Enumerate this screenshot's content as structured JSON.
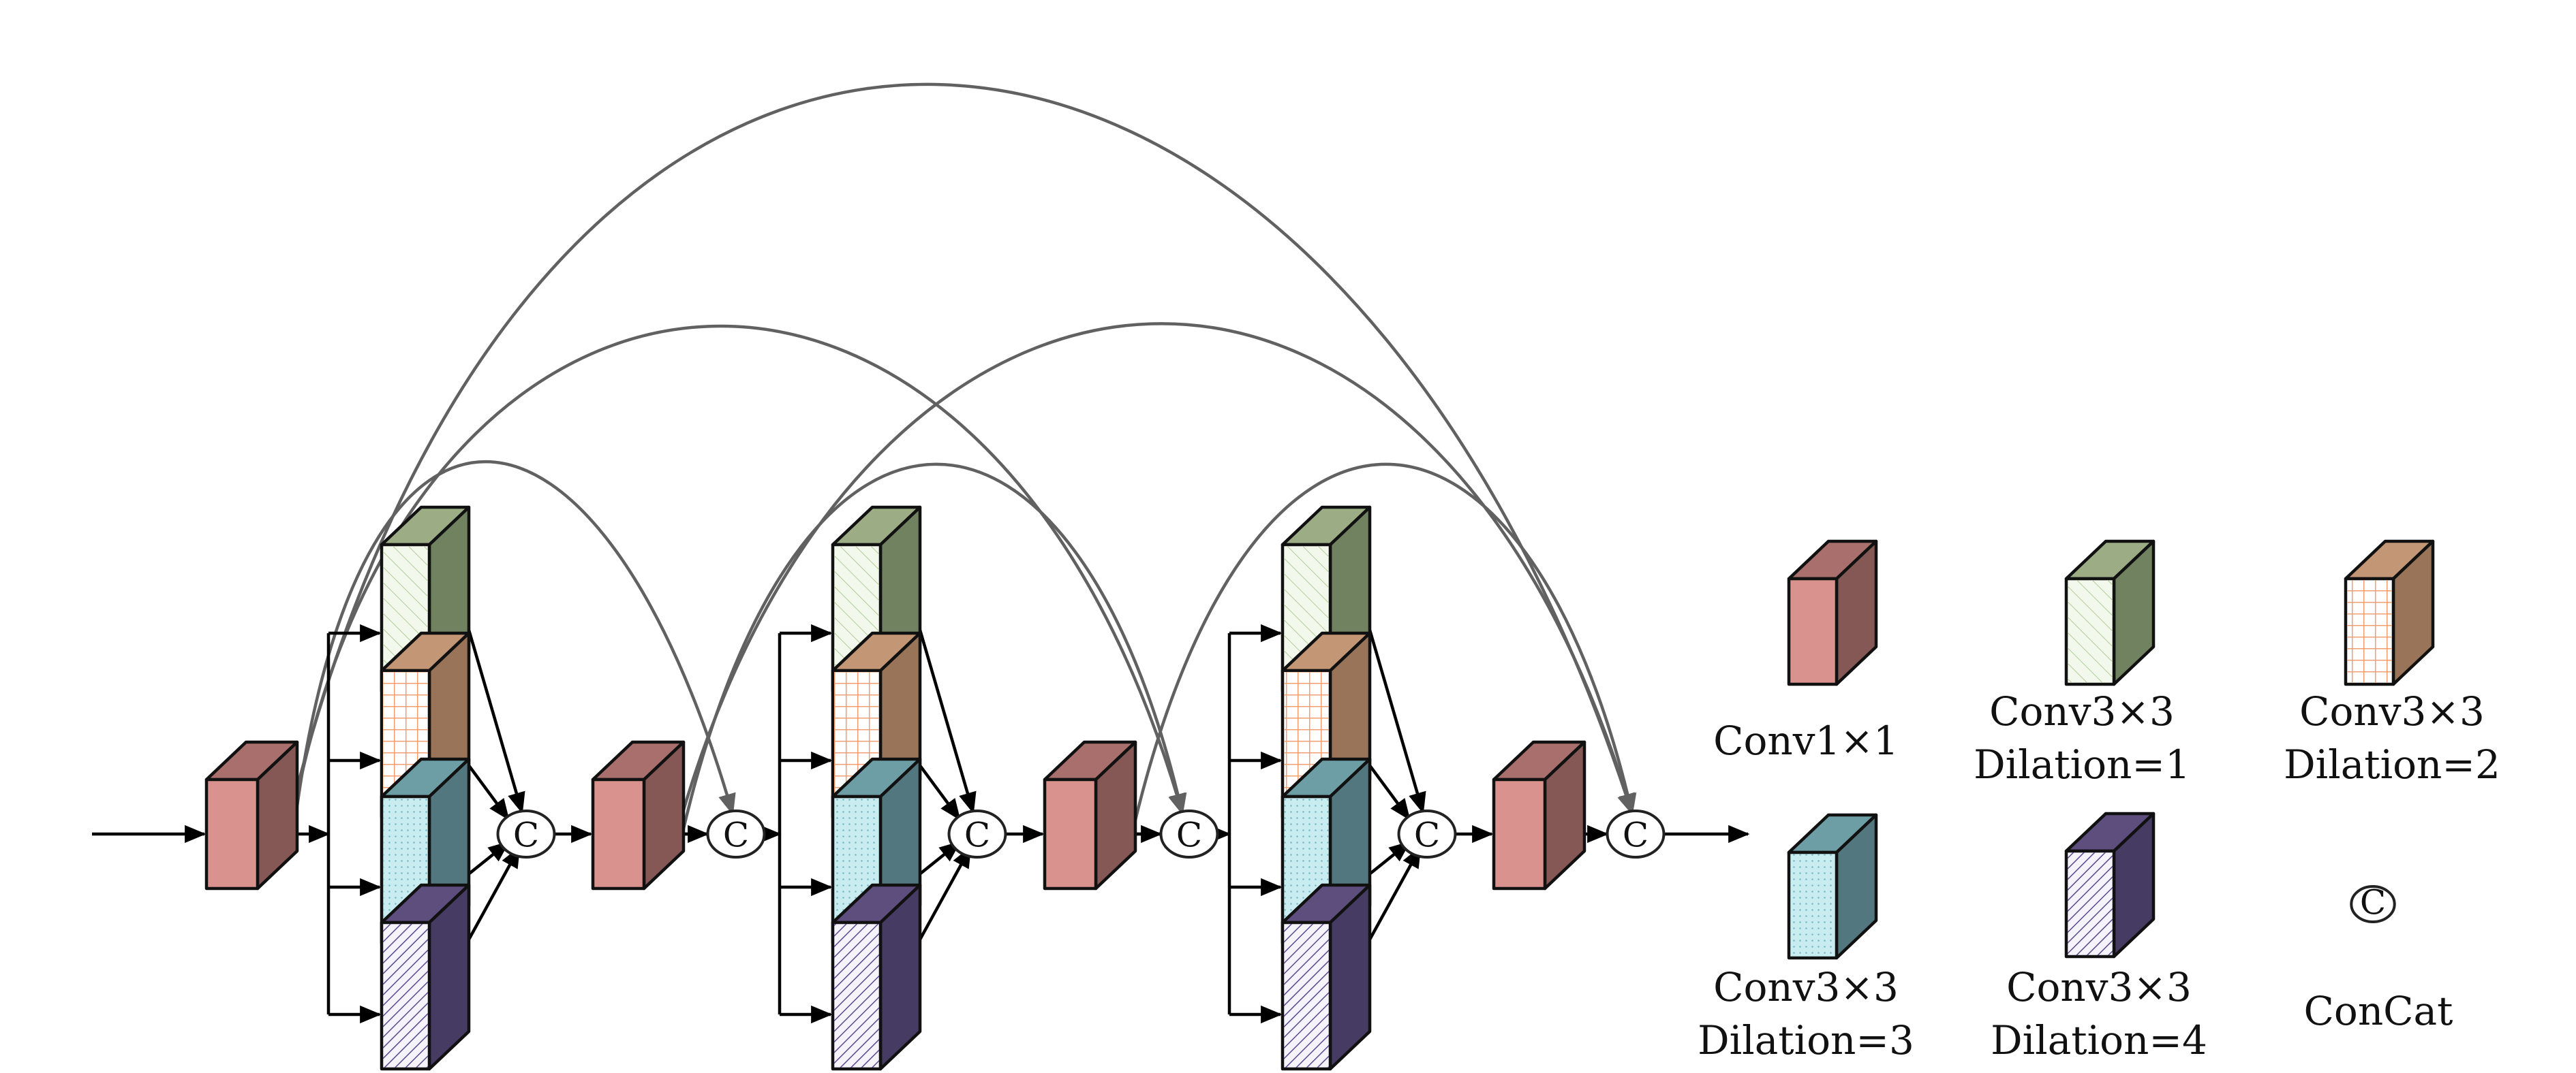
{
  "colors": {
    "conv1x1": {
      "front": "#d9928e",
      "top": "#a86f6c",
      "side": "#855755"
    },
    "dil1": {
      "front": "#f3f8ec",
      "top": "#9cad86",
      "side": "#718260",
      "pattern": "#b4cc99"
    },
    "dil2": {
      "front": "#ffffff",
      "top": "#c39676",
      "side": "#9a7458",
      "pattern": "#f0a070"
    },
    "dil3": {
      "front": "#c8ecf0",
      "top": "#6d9ea6",
      "side": "#52777f",
      "pattern": "#7ab8c4"
    },
    "dil4": {
      "front": "#f5f3fb",
      "top": "#5d4e7e",
      "side": "#463b62",
      "pattern": "#5a4a90"
    },
    "skip_line": "#616161",
    "wire": "#000000"
  },
  "concat_symbol": "C",
  "blocks_count": 3,
  "legend": {
    "conv1x1": {
      "label": "Conv1×1"
    },
    "dil1": {
      "line1": "Conv3×3",
      "line2": "Dilation=1"
    },
    "dil2": {
      "line1": "Conv3×3",
      "line2": "Dilation=2"
    },
    "dil3": {
      "line1": "Conv3×3",
      "line2": "Dilation=3"
    },
    "dil4": {
      "line1": "Conv3×3",
      "line2": "Dilation=4"
    },
    "concat": {
      "label": "ConCat"
    }
  }
}
